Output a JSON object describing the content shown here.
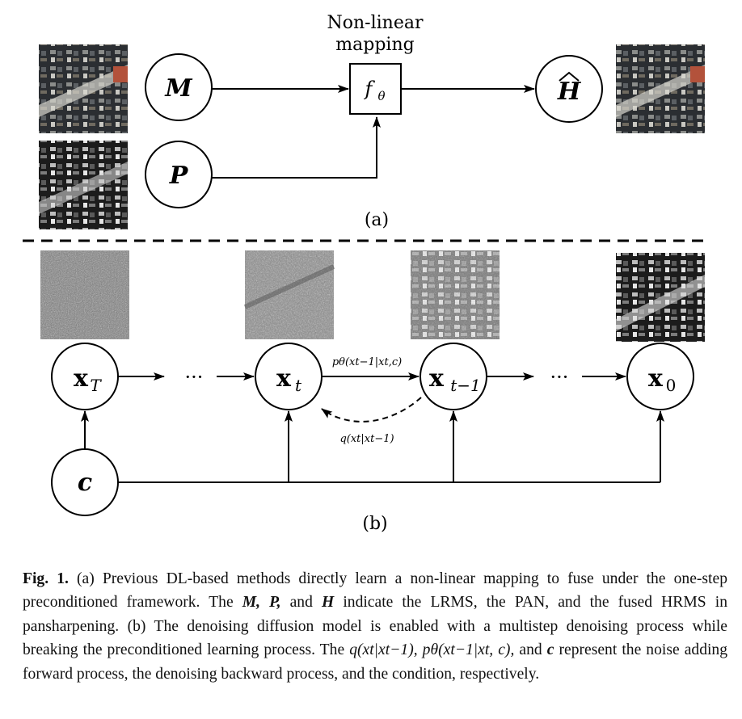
{
  "panel_a": {
    "mapping_label_line1": "Non-linear",
    "mapping_label_line2": "mapping",
    "node_m": "M",
    "node_p": "P",
    "node_f": "f",
    "node_f_sub": "θ",
    "node_h": "H",
    "node_h_hat": "^",
    "panel_label": "(a)"
  },
  "panel_b": {
    "node_xT": "x",
    "node_xT_sub": "T",
    "node_xt": "x",
    "node_xt_sub": "t",
    "node_xt1": "x",
    "node_xt1_sub": "t−1",
    "node_x0": "x",
    "node_x0_sub": "0",
    "node_c": "c",
    "ellipsis": "···",
    "p_label": "pθ(xt−1|xt,c)",
    "q_label": "q(xt|xt−1)",
    "panel_label": "(b)"
  },
  "caption": {
    "fig_label": "Fig. 1.",
    "part1": "(a) Previous DL-based methods directly learn a non-linear mapping to fuse under the one-step preconditioned framework. The",
    "part2": "and",
    "part3": "indicate the LRMS, the PAN, and the fused HRMS in pansharpening. (b) The denoising diffusion model is enabled with a multistep denoising process while breaking the preconditioned learning process. The",
    "part4": "and",
    "part5": "represent the noise adding forward process, the denoising backward process, and the condition, respectively.",
    "sym_mp": "M, P,",
    "sym_h": "H",
    "sym_q": "q(xt|xt−1),",
    "sym_p": "pθ(xt−1|xt, c),",
    "sym_c": "c"
  }
}
